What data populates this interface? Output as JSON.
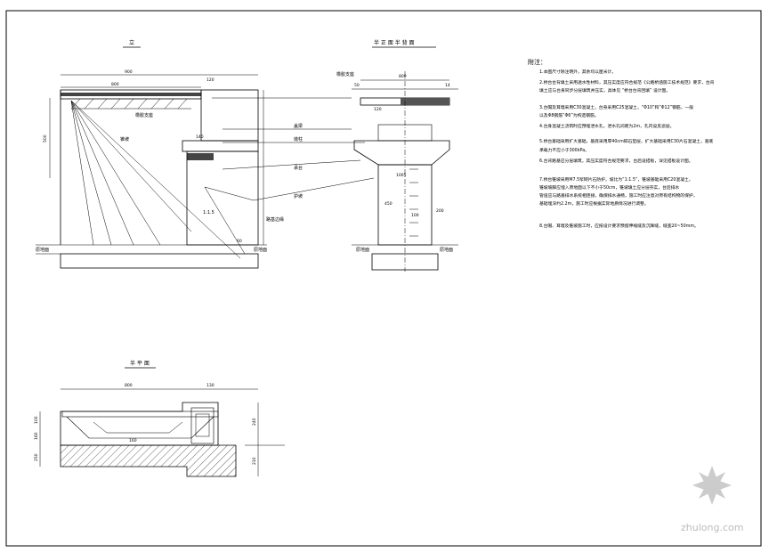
{
  "views": {
    "elevation_title": "立",
    "cross_section_title": "半 正 面    半 背 面",
    "plan_title": "半 平 面"
  },
  "dims": {
    "top_overall": "900",
    "deck_span": "800",
    "top_right": "120",
    "left_height": "500",
    "pier_top": "140",
    "pier_base": "60",
    "plan_left_span": "800",
    "plan_right_span": "130",
    "plan_left_h1": "100",
    "plan_left_h2": "160",
    "plan_left_h3": "250",
    "plan_right_h1": "240",
    "plan_right_h2": "210",
    "plan_mid_dim": "160",
    "cross_top": "800",
    "cross_left_small": "50",
    "cross_right_small": "14",
    "cross_mid": "120",
    "cross_base_left": "450",
    "cross_base_right": "100",
    "cross_bottom": "1005",
    "cross_side": "200"
  },
  "labels": {
    "leader_1": "橡胶支座",
    "leader_2": "盖梁",
    "leader_3": "墩柱",
    "leader_4": "承台",
    "leader_5": "1:1.5",
    "leader_6": "护坡",
    "leader_7": "路基边缘",
    "leader_8": "锥坡",
    "ground_left": "原地面",
    "ground_mid": "原地面",
    "ground_cross_left": "原地面",
    "ground_cross_right": "原地面"
  },
  "notes": {
    "heading": "附注：",
    "items": [
      "1.本图尺寸除注明外，其余均以厘米计。",
      "2.桥台台背填土采用透水性材料，其压实度应符合规范《公路桥涵施工技术规范》要求，台背",
      "  填土应与台身同步分层填筑并压实，具体见 “桥台台背回填” 设计图。",
      "3.台帽及耳墙采用C30混凝土，台身采用C25混凝土，“Φ10”和“Φ12”钢筋，一般",
      "  以及Φ8钢筋“Φ6”为构造钢筋。",
      "4.台身混凝土浇筑时应预埋泄水孔，泄水孔间距为2m，孔内设反滤层。",
      "5.桥台基础采用扩大基础，基底采用厚40cm碎石垫层，扩大基础采用C30片石混凝土，基底",
      "  承载力不应小于300kPa。",
      "6.台背路基应分层填筑，其压实度符合规范要求，台后设搭板，详见搭板设计图。",
      "7.桥台锥坡采用M7.5浆砌片石防护，坡比为“1:1.5”，锥坡基础采用C20混凝土，",
      "  锥坡坡脚应埋入原地面以下不小于50cm，锥坡填土应分层夯实，台后排水",
      "  管道应与路基排水系统相连接，确保排水通畅，施工时应注意对原有结构物的保护，",
      "  基础埋深约2.2m，施工时应根据实际地质情况进行调整。",
      "8.台帽、耳墙及锥坡施工时，应按设计要求预留伸缩缝及沉降缝，缝宽20~50mm。"
    ]
  },
  "watermark": {
    "text": "zhulong.com"
  },
  "colors": {
    "line": "#000000",
    "watermark": "#bbbbbb",
    "background": "#ffffff"
  }
}
